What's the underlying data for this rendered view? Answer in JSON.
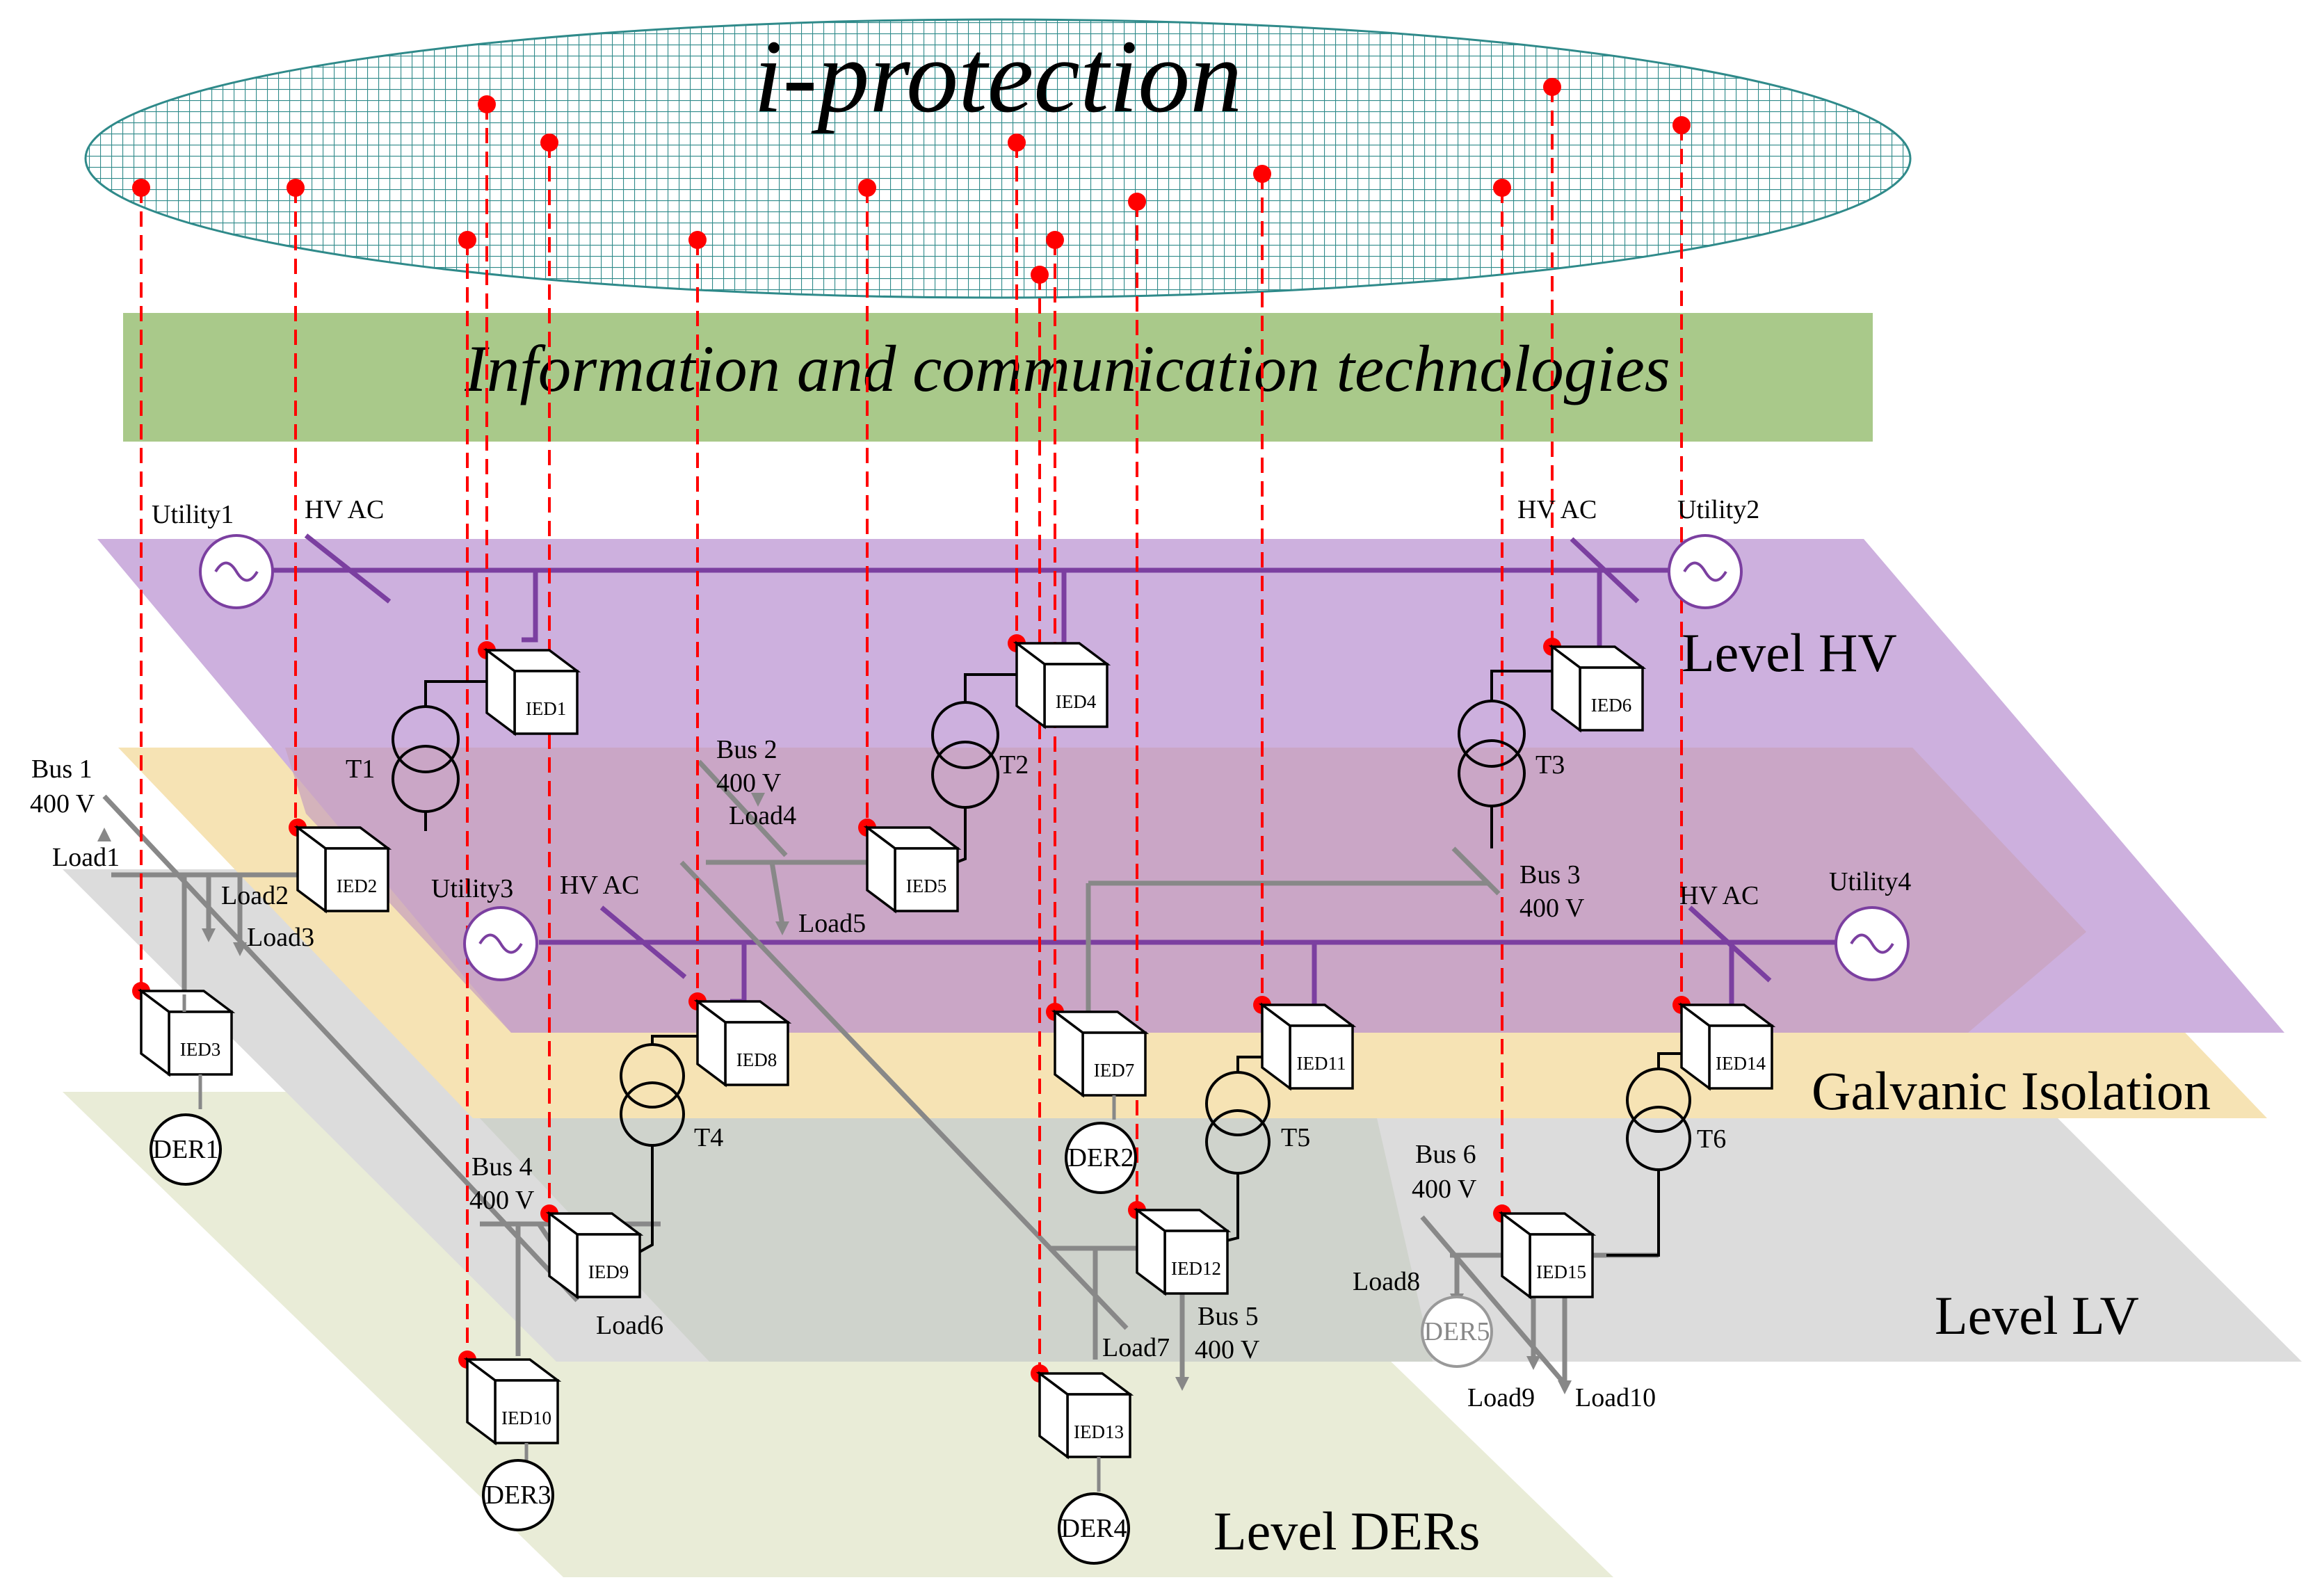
{
  "titles": {
    "cloud": "i-protection",
    "ict": "Information and communication technologies"
  },
  "levels": {
    "hv": "Level HV",
    "galvanic": "Galvanic Isolation",
    "lv": "Level LV",
    "ders": "Level DERs"
  },
  "colors": {
    "hv_plane": "#cdb0de",
    "galvanic_plane": "#f6e3b4",
    "lv_plane": "#dcdcdc",
    "ders_plane": "#e9ecd7",
    "ict_bar": "#a9c98a",
    "hv_line": "#7b3fa0",
    "lv_line": "#888888",
    "link": "#ff0000",
    "cloud_grid": "#2f8a8a"
  },
  "utilities": [
    "Utility1",
    "Utility2",
    "Utility3",
    "Utility4"
  ],
  "hv_ac": [
    "HV AC",
    "HV AC",
    "HV AC",
    "HV AC"
  ],
  "transformers": [
    "T1",
    "T2",
    "T3",
    "T4",
    "T5",
    "T6"
  ],
  "ieds": [
    "IED1",
    "IED2",
    "IED3",
    "IED4",
    "IED5",
    "IED6",
    "IED7",
    "IED8",
    "IED9",
    "IED10",
    "IED11",
    "IED12",
    "IED13",
    "IED14",
    "IED15"
  ],
  "ders": [
    "DER1",
    "DER2",
    "DER3",
    "DER4",
    "DER5"
  ],
  "buses": [
    {
      "name": "Bus 1",
      "voltage": "400 V"
    },
    {
      "name": "Bus 2",
      "voltage": "400 V"
    },
    {
      "name": "Bus 3",
      "voltage": "400 V"
    },
    {
      "name": "Bus 4",
      "voltage": "400 V"
    },
    {
      "name": "Bus 5",
      "voltage": "400 V"
    },
    {
      "name": "Bus 6",
      "voltage": "400 V"
    }
  ],
  "loads": [
    "Load1",
    "Load2",
    "Load3",
    "Load4",
    "Load5",
    "Load6",
    "Load7",
    "Load8",
    "Load9",
    "Load10"
  ]
}
